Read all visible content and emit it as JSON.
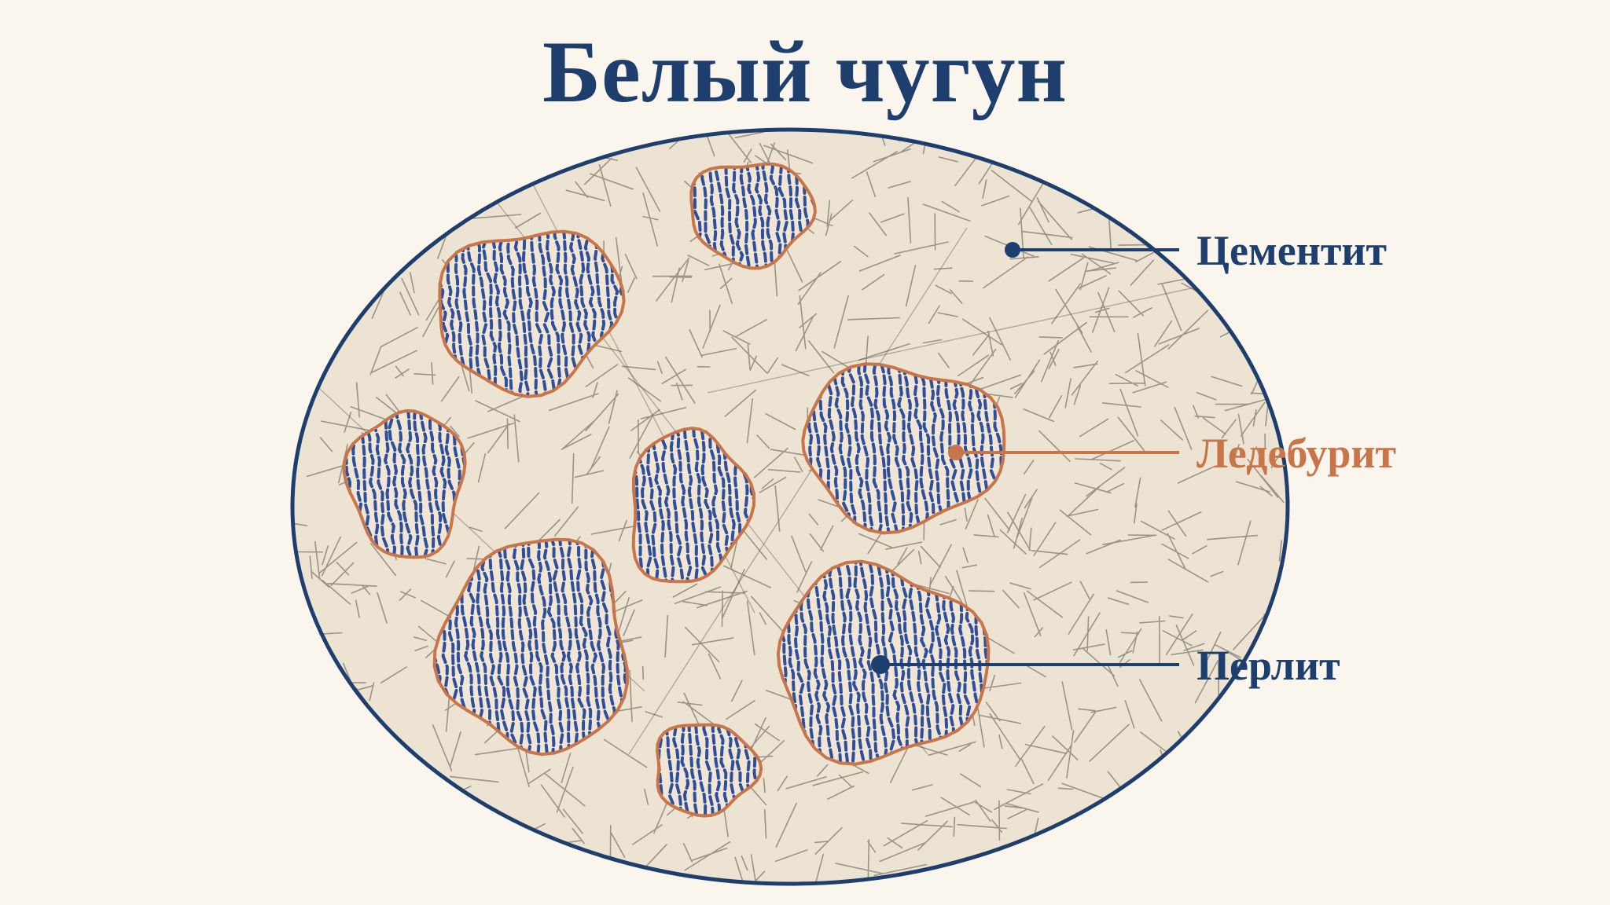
{
  "title": "Белый чугун",
  "labels": {
    "cementite": "Цементит",
    "ledeburite": "Ледебурит",
    "pearlite": "Перлит"
  },
  "colors": {
    "background": "#faf6ee",
    "navy": "#1e3f6e",
    "orange": "#c8754a",
    "matrix": "#ece3d2",
    "pearlite_blue": "#2e4f9a",
    "needle": "#5a5248"
  }
}
